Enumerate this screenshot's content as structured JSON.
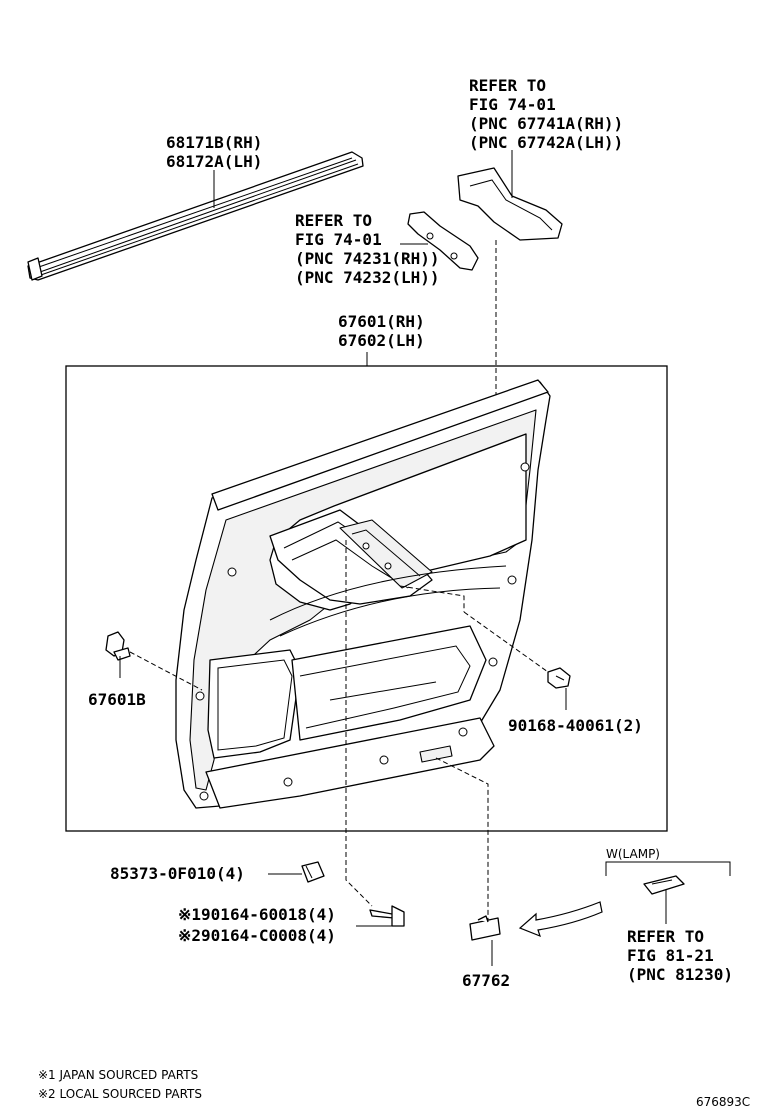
{
  "callouts": {
    "weatherstrip_rh": "68171B(RH)",
    "weatherstrip_lh": "68172A(LH)",
    "refer_a_1": "REFER TO",
    "refer_a_2": "FIG 74-01",
    "refer_a_3": "(PNC 67741A(RH))",
    "refer_a_4": "(PNC 67742A(LH))",
    "refer_b_1": "REFER TO",
    "refer_b_2": "FIG 74-01",
    "refer_b_3": "(PNC 74231(RH))",
    "refer_b_4": "(PNC 74232(LH))",
    "board_rh": "67601(RH)",
    "board_lh": "67602(LH)",
    "clip": "67601B",
    "screw_right": "90168-40061(2)",
    "nut": "85373-0F010(4)",
    "screw_jp": "※190164-60018(4)",
    "screw_local": "※290164-C0008(4)",
    "cover": "67762",
    "lamp_group": "W(LAMP)",
    "refer_c_1": "REFER TO",
    "refer_c_2": "FIG 81-21",
    "refer_c_3": "(PNC 81230)"
  },
  "notes": {
    "note_1": "※1 JAPAN SOURCED PARTS",
    "note_2": "※2 LOCAL SOURCED PARTS"
  },
  "figure_id": "676893C"
}
